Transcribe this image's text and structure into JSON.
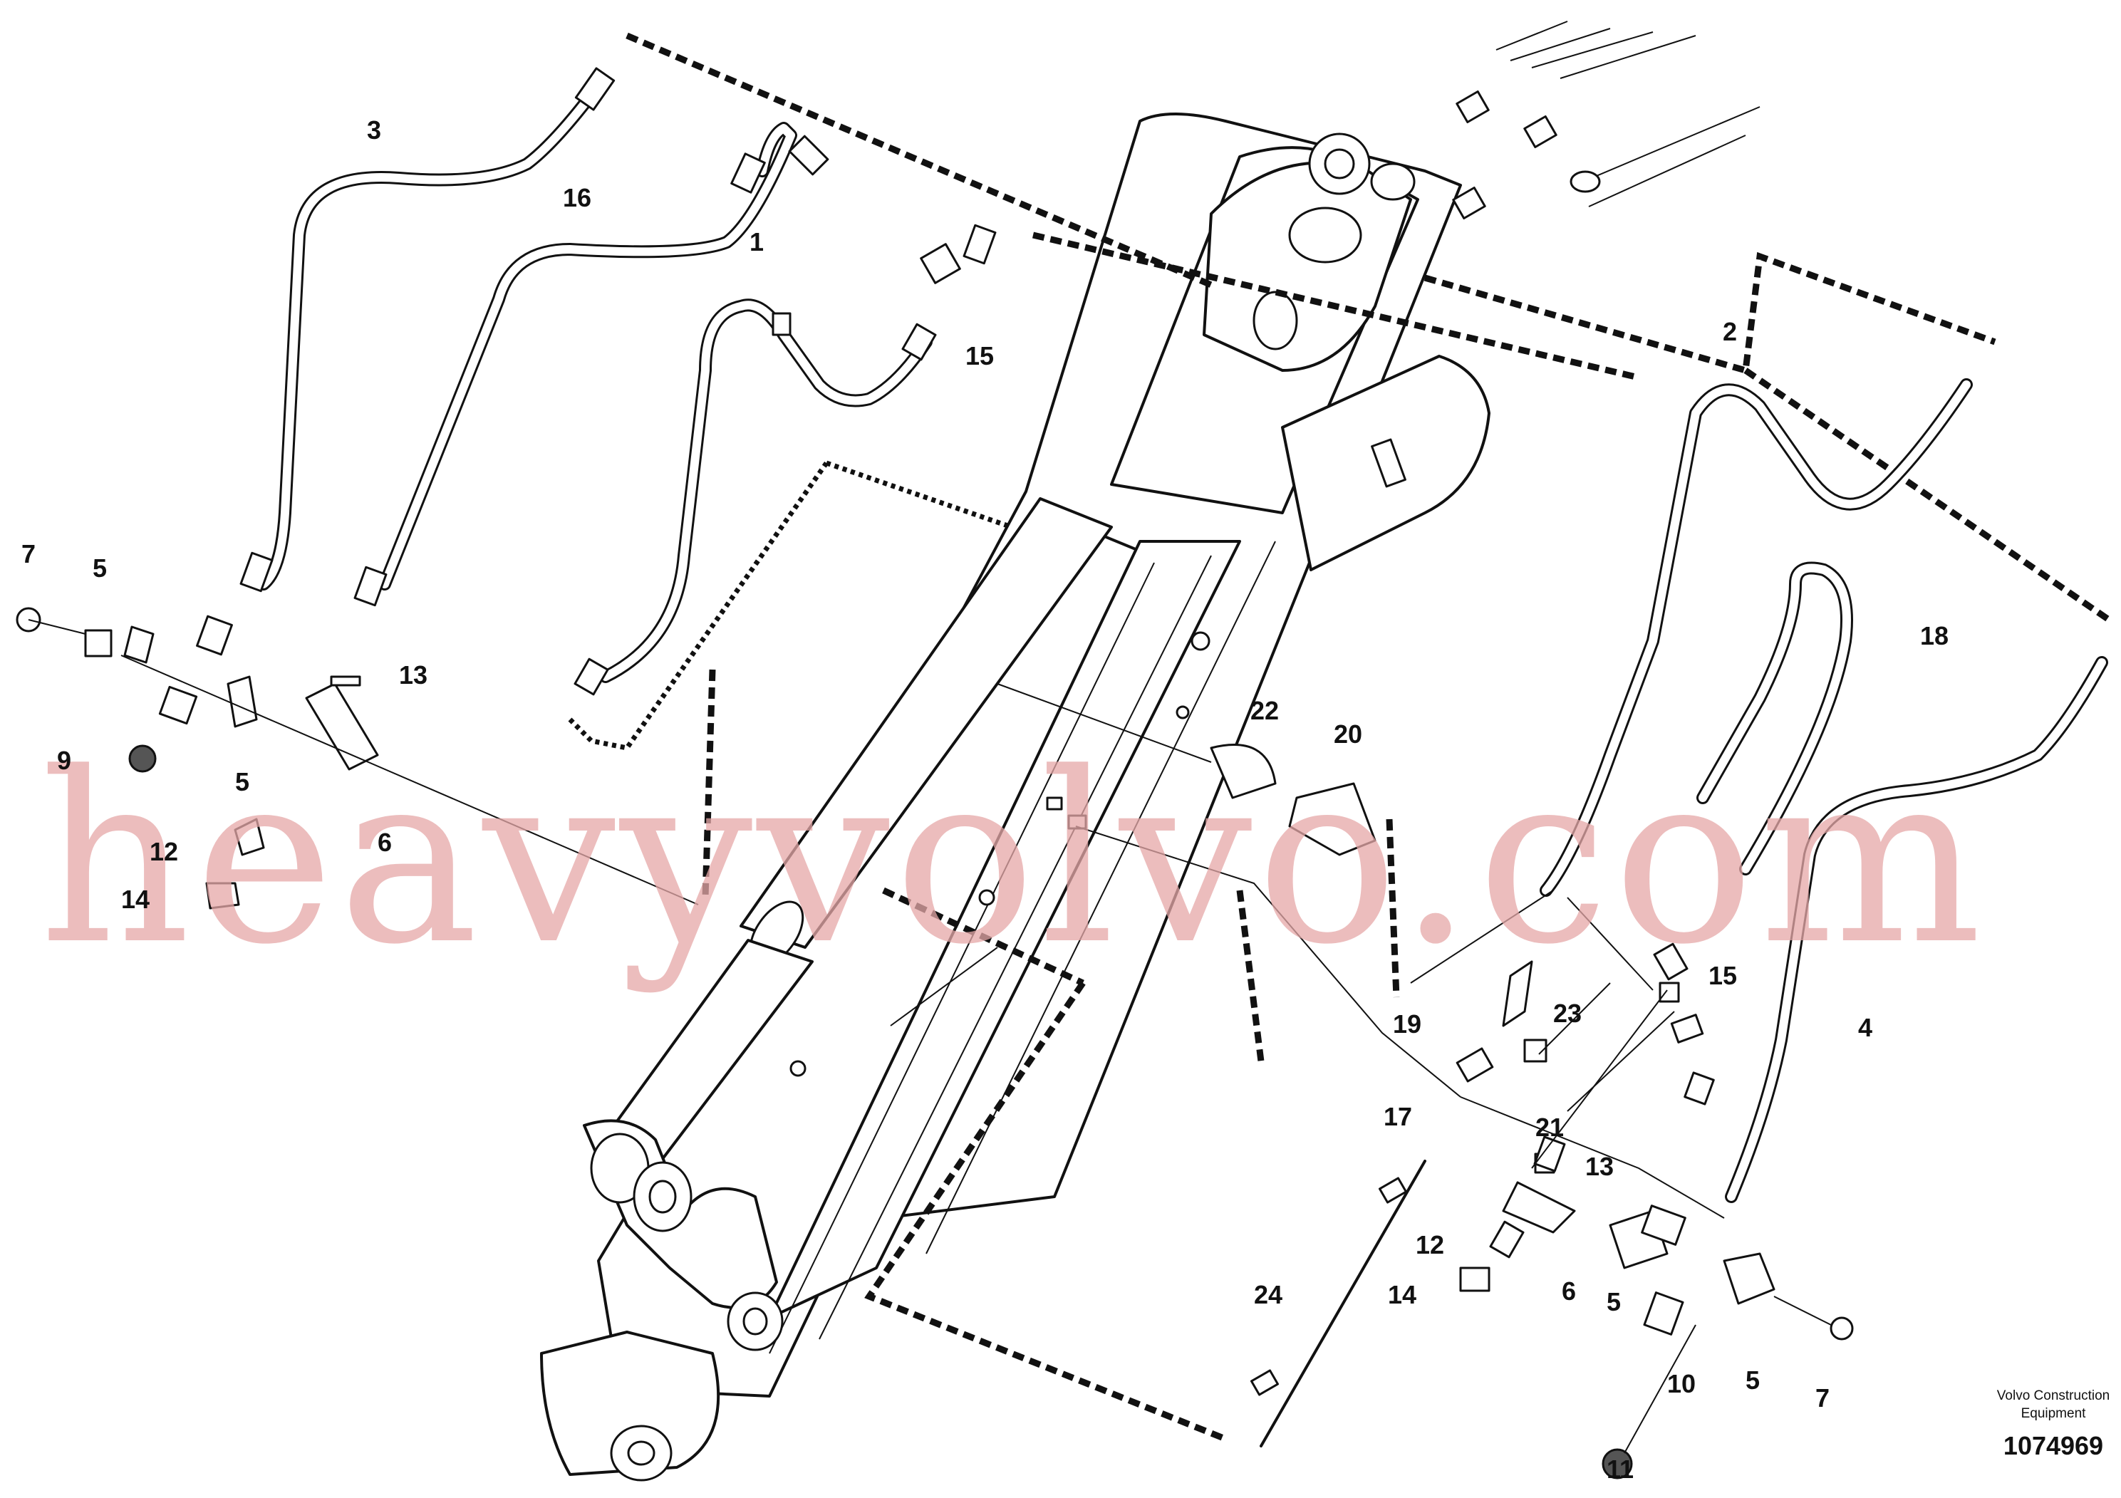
{
  "callouts": {
    "n1": "1",
    "n2": "2",
    "n3": "3",
    "n4": "4",
    "n5a": "5",
    "n5b": "5",
    "n5c": "5",
    "n5d": "5",
    "n6a": "6",
    "n6b": "6",
    "n7a": "7",
    "n7b": "7",
    "n9": "9",
    "n10": "10",
    "n11": "11",
    "n12a": "12",
    "n12b": "12",
    "n13a": "13",
    "n13b": "13",
    "n14a": "14",
    "n14b": "14",
    "n15a": "15",
    "n15b": "15",
    "n16": "16",
    "n17": "17",
    "n18": "18",
    "n19": "19",
    "n20": "20",
    "n21": "21",
    "n22": "22",
    "n23": "23",
    "n24": "24"
  },
  "caption": {
    "line1": "Volvo Construction",
    "line2": "Equipment",
    "drawing_number": "1074969"
  },
  "watermark": "heavyvolvo.com"
}
